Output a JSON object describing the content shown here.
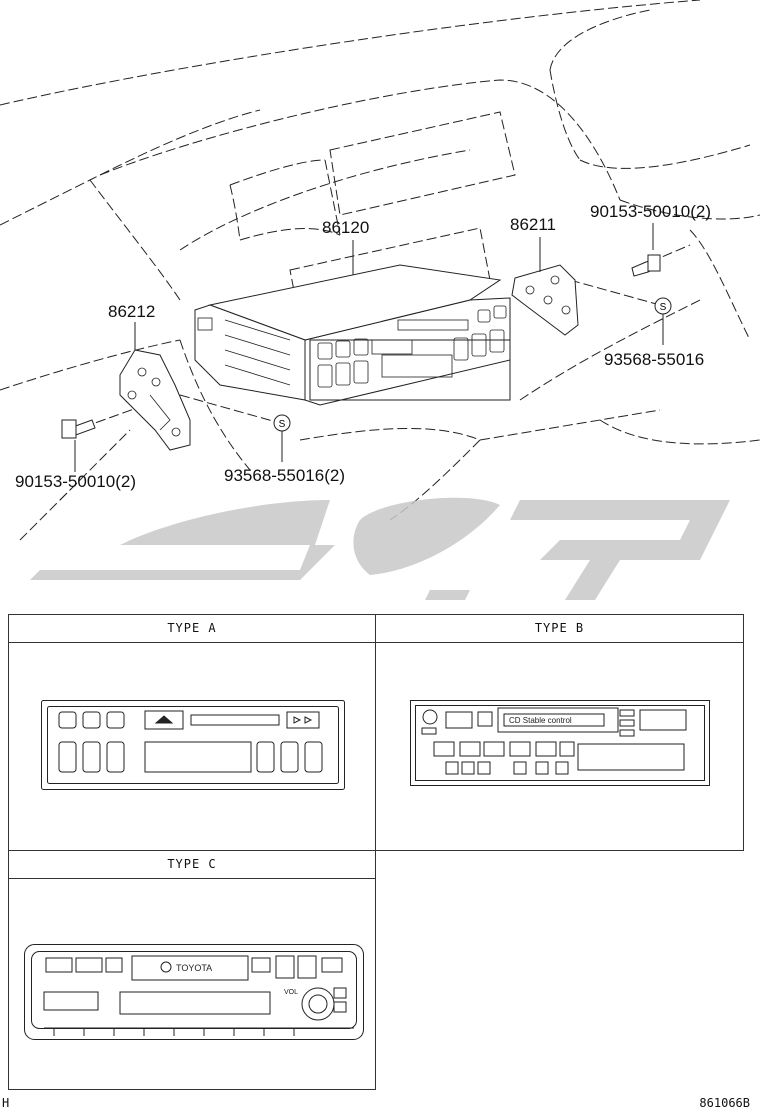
{
  "parts": {
    "p86120": "86120",
    "p86211": "86211",
    "p86212": "86212",
    "bolt_right": "90153-50010(2)",
    "bolt_left": "90153-50010(2)",
    "nut_right": "93568-55016",
    "nut_left": "93568-55016(2)",
    "nut_symbol": "S"
  },
  "watermark": {
    "color": "#c8c8c8"
  },
  "types": {
    "a": {
      "title": "TYPE A"
    },
    "b": {
      "title": "TYPE B",
      "face_text": "CD Stable control"
    },
    "c": {
      "title": "TYPE C",
      "brand": "TOYOTA",
      "vol": "VOL"
    }
  },
  "footer": {
    "left": "H",
    "right": "861066B"
  }
}
